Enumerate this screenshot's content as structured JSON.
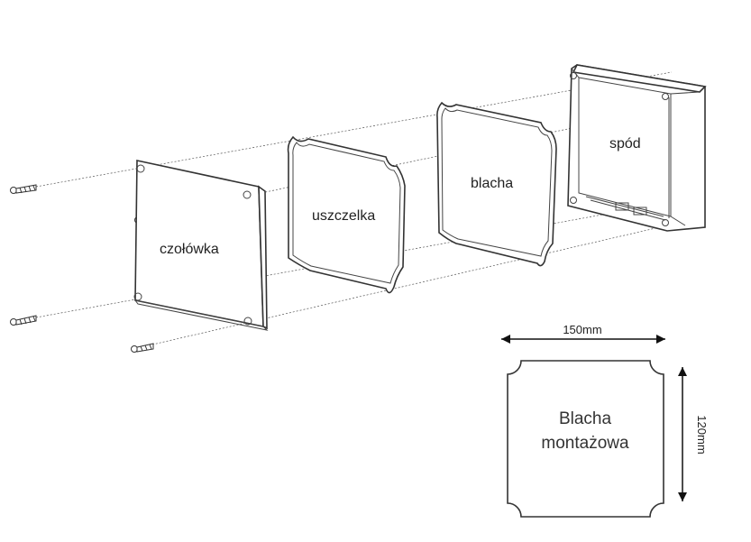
{
  "labels": {
    "front": "czołówka",
    "gasket": "uszczelka",
    "plate": "blacha",
    "base": "spód"
  },
  "inset": {
    "width_label": "150mm",
    "height_label": "120mm",
    "title_line1": "Blacha",
    "title_line2": "montażowa"
  }
}
